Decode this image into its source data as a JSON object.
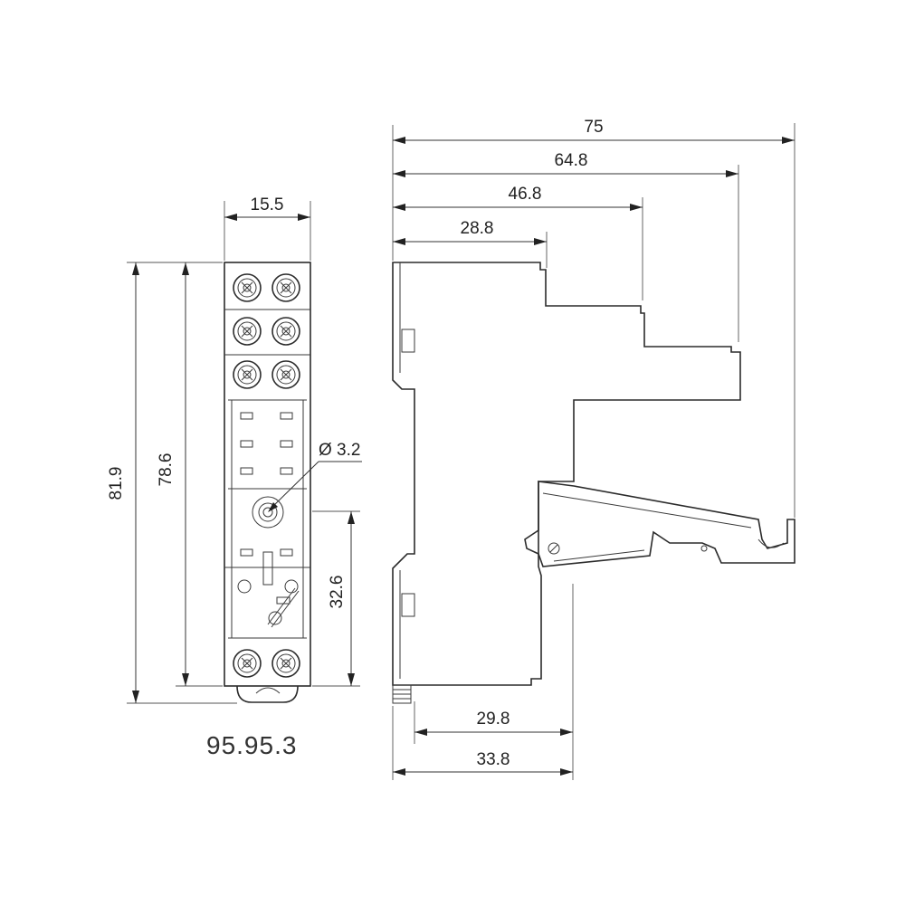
{
  "model": "95.95.3",
  "dimensions": {
    "front_width": "15.5",
    "front_height_total": "81.9",
    "front_height_body": "78.6",
    "hole_diameter": "Ø 3.2",
    "rail_offset": "32.6",
    "side_depth_total": "75",
    "side_depth_step3": "64.8",
    "side_depth_step2": "46.8",
    "side_depth_step1": "28.8",
    "side_clip_inner": "29.8",
    "side_clip_outer": "33.8"
  }
}
